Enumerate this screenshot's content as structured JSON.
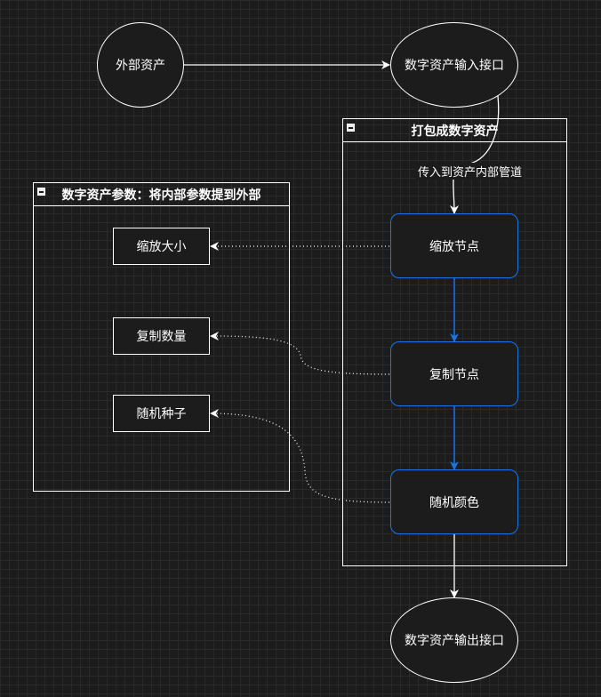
{
  "nodes": {
    "external_asset": "外部资产",
    "input_port": "数字资产输入接口",
    "scale_node": "缩放节点",
    "copy_node": "复制节点",
    "random_color": "随机颜色",
    "output_port": "数字资产输出接口",
    "param_scale": "缩放大小",
    "param_count": "复制数量",
    "param_seed": "随机种子"
  },
  "containers": {
    "package": "打包成数字资产",
    "params": "数字资产参数：将内部参数提到外部"
  },
  "edge_labels": {
    "pipeline": "传入到资产内部管道"
  },
  "colors": {
    "background": "#1c1c1c",
    "grid": "#2a2a2a",
    "node_border": "#ffffff",
    "accent_blue": "#1a73e8"
  },
  "icons": {
    "collapse": "collapse-minus-icon"
  }
}
